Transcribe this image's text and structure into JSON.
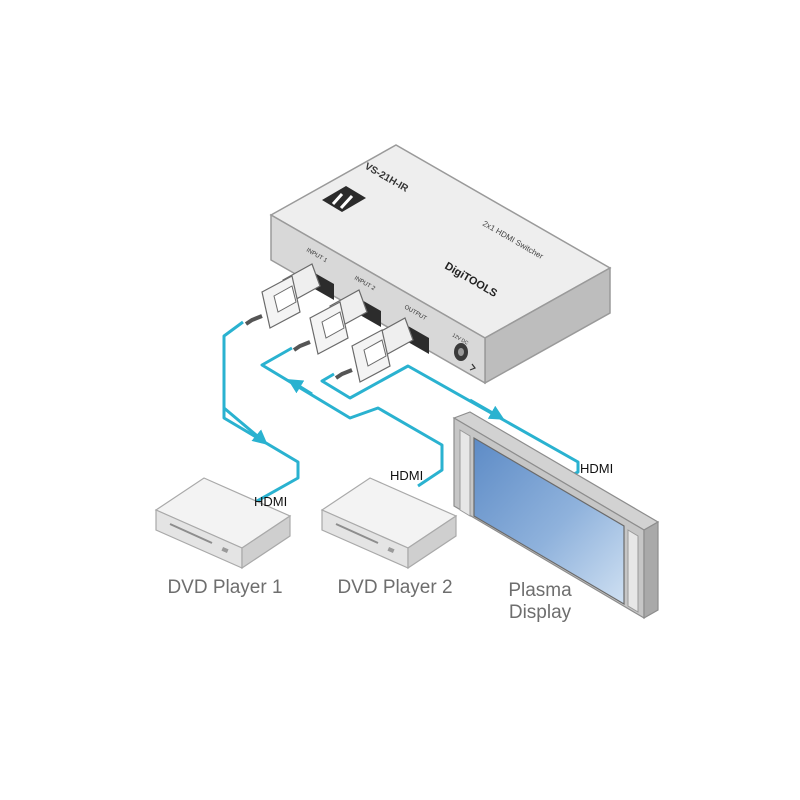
{
  "device": {
    "model": "VS-21H-IR",
    "description": "2x1 HDMI Switcher",
    "brand": "DigiTOOLS",
    "logo": "kramer-logo-icon",
    "ports": {
      "input1": "INPUT 1",
      "input2": "INPUT 2",
      "output": "OUTPUT",
      "power": "12V DC"
    }
  },
  "cables": {
    "dvd1": "HDMI",
    "dvd2": "HDMI",
    "display": "HDMI"
  },
  "labels": {
    "dvd1": "DVD Player 1",
    "dvd2": "DVD Player 2",
    "display_line1": "Plasma",
    "display_line2": "Display"
  },
  "colors": {
    "cable": "#2ab2d0",
    "device_top": "#ededed",
    "device_front": "#d6d6d6",
    "screen": "#7fa6d6"
  }
}
